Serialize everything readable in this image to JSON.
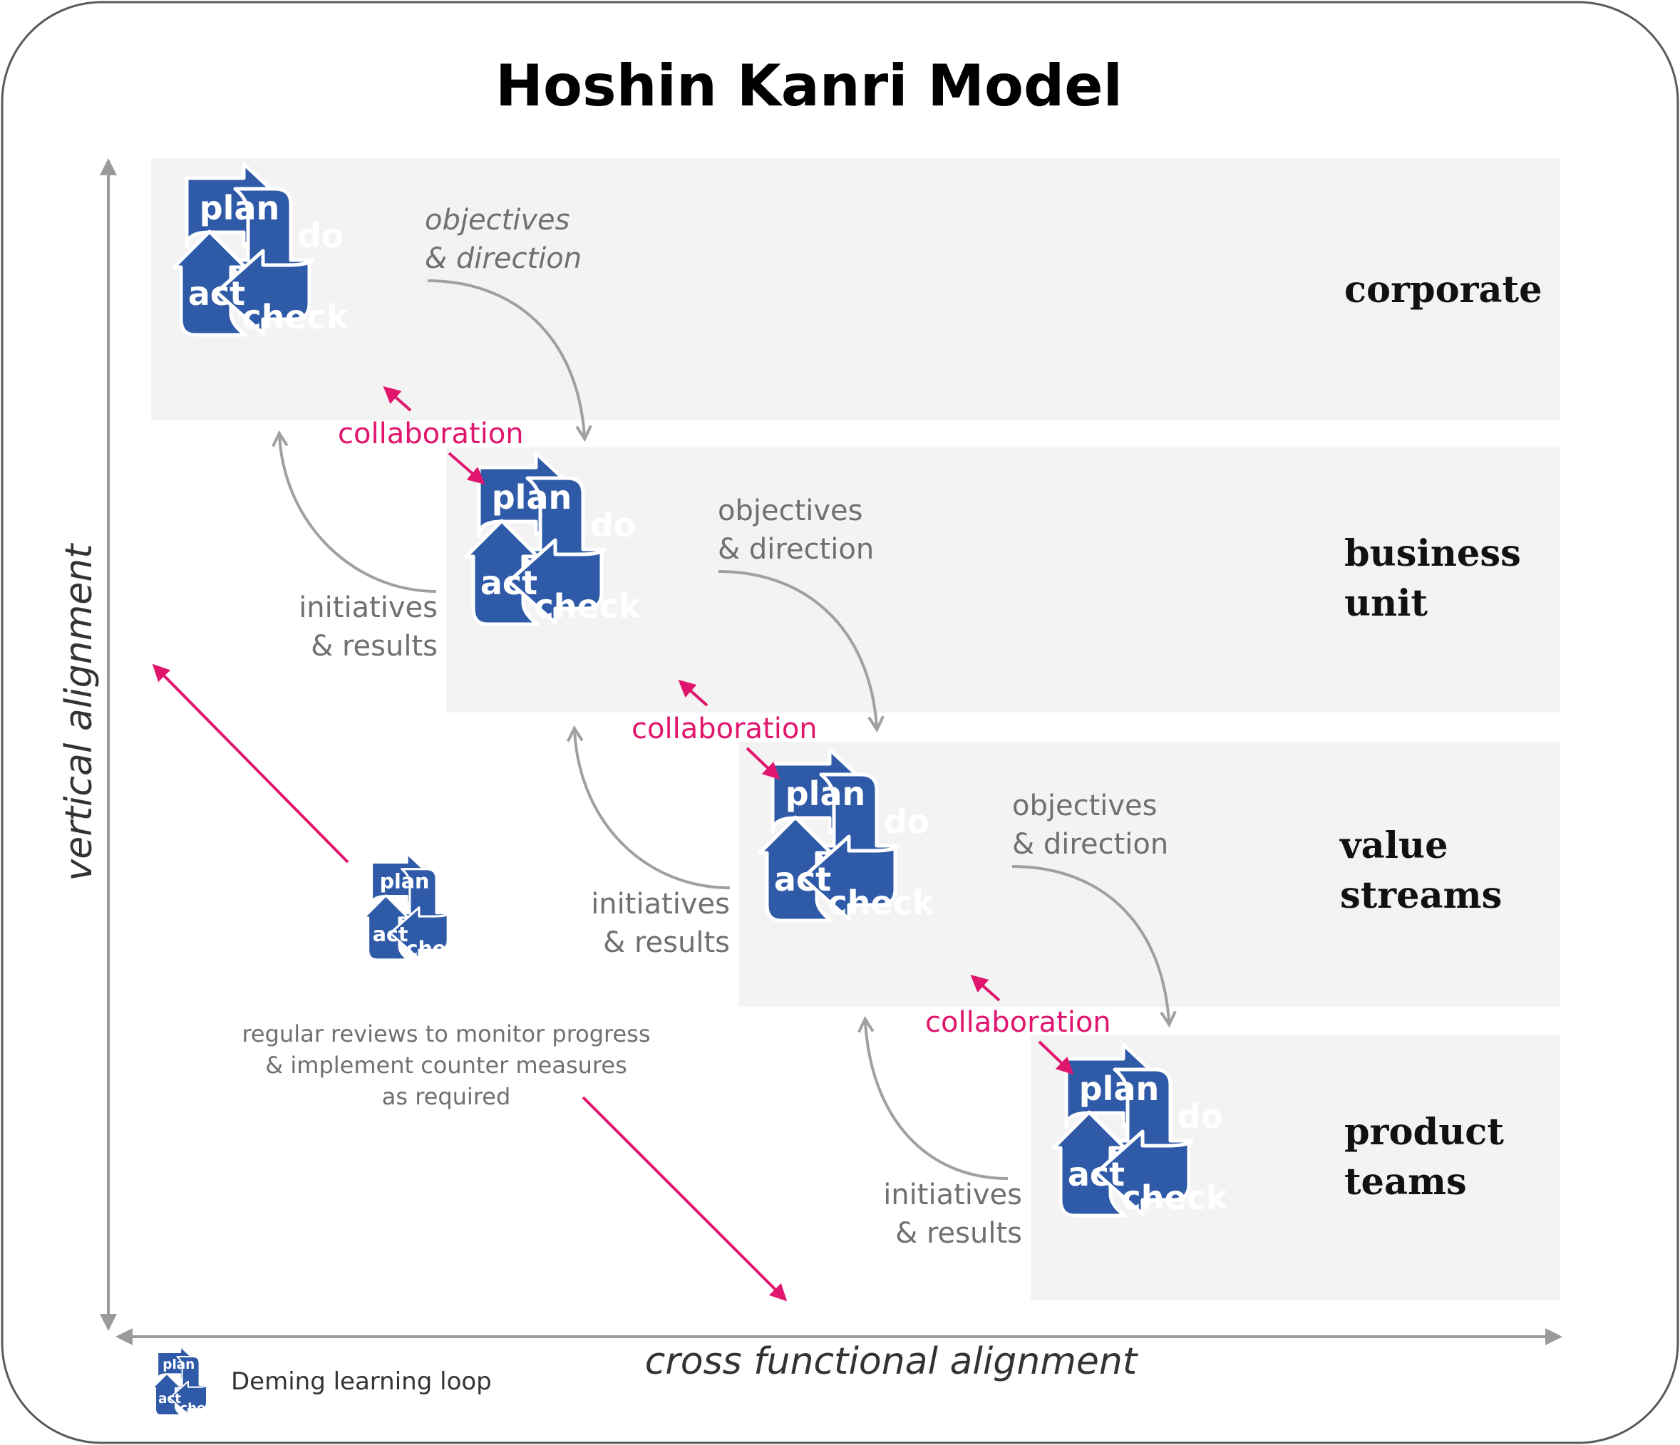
{
  "title": "Hoshin Kanri Model",
  "colors": {
    "loop_blue": "#2f5aa8",
    "collaboration_pink": "#e0166e",
    "band_gray": "#f3f3f3",
    "flow_gray": "#a0a0a0"
  },
  "pdca_labels": {
    "plan": "plan",
    "do": "do",
    "check": "check",
    "act": "act"
  },
  "levels": [
    {
      "name_line1": "corporate",
      "name_line2": "",
      "down_label_line1": "objectives",
      "down_label_line2": "& direction",
      "up_label_line1": "",
      "up_label_line2": ""
    },
    {
      "name_line1": "business",
      "name_line2": "unit",
      "down_label_line1": "objectives",
      "down_label_line2": "& direction",
      "up_label_line1": "initiatives",
      "up_label_line2": "& results"
    },
    {
      "name_line1": "value",
      "name_line2": "streams",
      "down_label_line1": "objectives",
      "down_label_line2": "& direction",
      "up_label_line1": "initiatives",
      "up_label_line2": "& results"
    },
    {
      "name_line1": "product",
      "name_line2": "teams",
      "down_label_line1": "",
      "down_label_line2": "",
      "up_label_line1": "initiatives",
      "up_label_line2": "& results"
    }
  ],
  "collaboration_label": "collaboration",
  "review_note": {
    "line1": "regular reviews to monitor progress",
    "line2": "& implement counter measures",
    "line3": "as required"
  },
  "axes": {
    "vertical_label": "vertical alignment",
    "horizontal_label": "cross functional alignment"
  },
  "legend": {
    "label": "Deming learning loop"
  }
}
